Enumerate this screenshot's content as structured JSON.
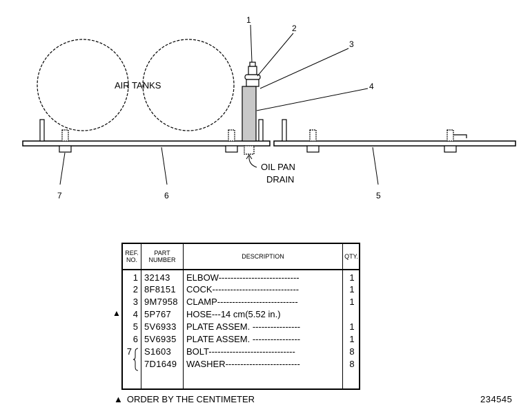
{
  "diagram": {
    "tank_label": "AIR TANKS",
    "drain_label_line1": "OIL PAN",
    "drain_label_line2": "DRAIN",
    "callouts": [
      "1",
      "2",
      "3",
      "4",
      "5",
      "6",
      "7"
    ]
  },
  "table": {
    "headers": {
      "ref": "REF.\nNO.",
      "part": "PART\nNUMBER",
      "desc": "DESCRIPTION",
      "qty": "QTY."
    },
    "rows": [
      {
        "ref": "1",
        "part": "32143",
        "desc": "ELBOW---------------------------",
        "qty": "1"
      },
      {
        "ref": "2",
        "part": "8F8151",
        "desc": "COCK-----------------------------",
        "qty": "1"
      },
      {
        "ref": "3",
        "part": "9M7958",
        "desc": "CLAMP---------------------------",
        "qty": "1"
      },
      {
        "ref": "4",
        "part": "5P767",
        "desc": "HOSE---14 cm(5.52 in.)",
        "qty": ""
      },
      {
        "ref": "5",
        "part": "5V6933",
        "desc": "PLATE ASSEM. ----------------",
        "qty": "1"
      },
      {
        "ref": "6",
        "part": "5V6935",
        "desc": "PLATE ASSEM. ----------------",
        "qty": "1"
      },
      {
        "ref": "7",
        "part": "S1603",
        "desc": "BOLT-----------------------------",
        "qty": "8"
      },
      {
        "ref": "",
        "part": "7D1649",
        "desc": "WASHER-------------------------",
        "qty": "8"
      }
    ]
  },
  "marker_symbol": "▲",
  "footnote": "ORDER BY THE CENTIMETER",
  "doc_number": "234545"
}
